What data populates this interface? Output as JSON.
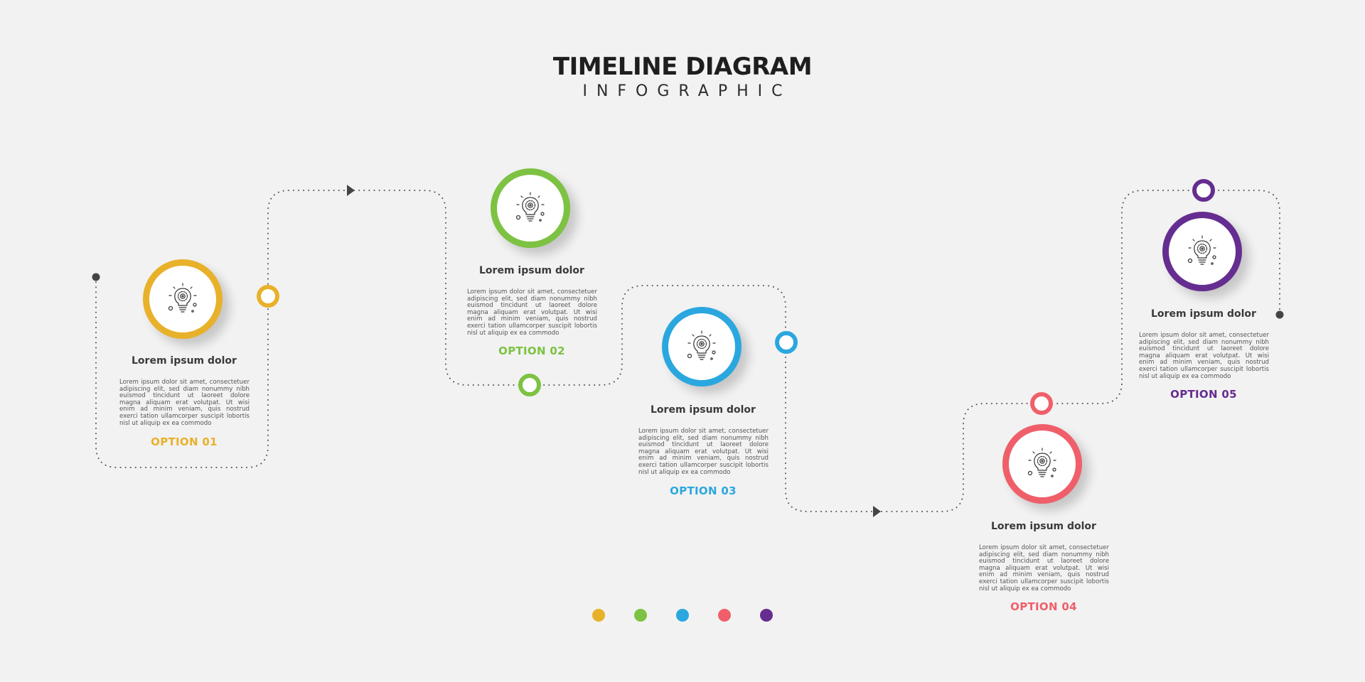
{
  "header": {
    "title": "TIMELINE DIAGRAM",
    "subtitle": "INFOGRAPHIC"
  },
  "colors": {
    "path": "#555555",
    "heading": "#3a3a3a",
    "body_text": "#555555"
  },
  "steps": [
    {
      "option": "OPTION 01",
      "heading": "Lorem ipsum dolor",
      "text": "Lorem ipsum dolor sit amet, consectetuer adipiscing elit, sed diam nonummy nibh euismod tincidunt ut laoreet dolore magna aliquam erat volutpat. Ut wisi enim ad minim veniam, quis nostrud exerci tation ullamcorper suscipit lobortis nisl ut aliquip ex ea commodo",
      "color": "#E8B12A",
      "icon": "lightbulb-gear-icon"
    },
    {
      "option": "OPTION 02",
      "heading": "Lorem ipsum dolor",
      "text": "Lorem ipsum dolor sit amet, consectetuer adipiscing elit, sed diam nonummy nibh euismod tincidunt ut laoreet dolore magna aliquam erat volutpat. Ut wisi enim ad minim veniam, quis nostrud exerci tation ullamcorper suscipit lobortis nisl ut aliquip ex ea commodo",
      "color": "#7DC242",
      "icon": "lightbulb-gear-icon"
    },
    {
      "option": "OPTION 03",
      "heading": "Lorem ipsum dolor",
      "text": "Lorem ipsum dolor sit amet, consectetuer adipiscing elit, sed diam nonummy nibh euismod tincidunt ut laoreet dolore magna aliquam erat volutpat. Ut wisi enim ad minim veniam, quis nostrud exerci tation ullamcorper suscipit lobortis nisl ut aliquip ex ea commodo",
      "color": "#2BA7DF",
      "icon": "lightbulb-gear-icon"
    },
    {
      "option": "OPTION 04",
      "heading": "Lorem ipsum dolor",
      "text": "Lorem ipsum dolor sit amet, consectetuer adipiscing elit, sed diam nonummy nibh euismod tincidunt ut laoreet dolore magna aliquam erat volutpat. Ut wisi enim ad minim veniam, quis nostrud exerci tation ullamcorper suscipit lobortis nisl ut aliquip ex ea commodo",
      "color": "#EF5F6A",
      "icon": "lightbulb-gear-icon"
    },
    {
      "option": "OPTION 05",
      "heading": "Lorem ipsum dolor",
      "text": "Lorem ipsum dolor sit amet, consectetuer adipiscing elit, sed diam nonummy nibh euismod tincidunt ut laoreet dolore magna aliquam erat volutpat. Ut wisi enim ad minim veniam, quis nostrud exerci tation ullamcorper suscipit lobortis nisl ut aliquip ex ea commodo",
      "color": "#652D90",
      "icon": "lightbulb-gear-icon"
    }
  ]
}
